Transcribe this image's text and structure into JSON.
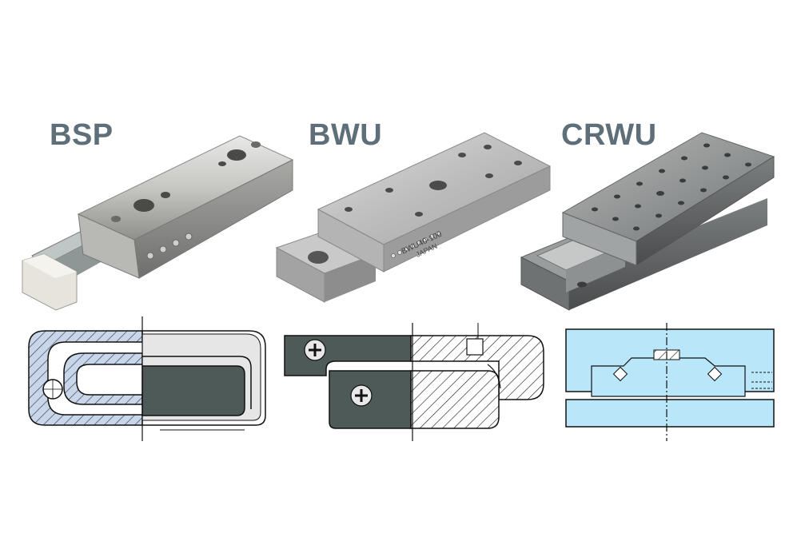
{
  "products": [
    {
      "name": "BSP",
      "color": "#5e6f79"
    },
    {
      "name": "BWU",
      "stamp_model": "BWU40-100",
      "stamp_origin": "JAPAN",
      "color": "#5e6f79"
    },
    {
      "name": "CRWU",
      "color": "#5e6f79"
    }
  ],
  "colors": {
    "section_fill": "#c9d6ea",
    "hatch_line": "#2f3f55",
    "slide_dark": "#4d5a58",
    "crwu_fill": "#b9e6f8",
    "outline": "#111111"
  }
}
